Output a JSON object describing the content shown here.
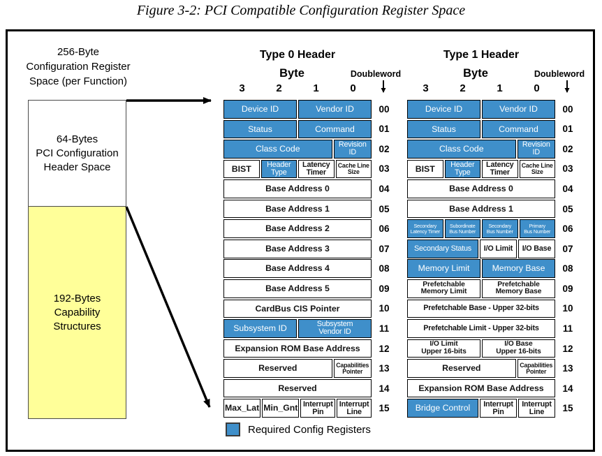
{
  "figure_title": "Figure 3-2: PCI Compatible Configuration Register Space",
  "colors": {
    "required_blue": "#3f8fca",
    "capability_yellow": "#ffff99"
  },
  "left_panel": {
    "title_lines": [
      "256-Byte",
      "Configuration Register",
      "Space (per Function)"
    ],
    "header_space_lines": [
      "64-Bytes",
      "PCI Configuration",
      "Header Space"
    ],
    "capability_lines": [
      "192-Bytes",
      "Capability",
      "Structures"
    ]
  },
  "column_header": {
    "byte": "Byte",
    "doubleword": "Doubleword",
    "bytes": [
      "3",
      "2",
      "1",
      "0"
    ]
  },
  "legend": {
    "label": "Required Config Registers"
  },
  "tables": [
    {
      "title": "Type 0 Header",
      "rows": [
        {
          "dw": "00",
          "cells": [
            {
              "label": "Device ID",
              "span": 2,
              "blue": true
            },
            {
              "label": "Vendor ID",
              "span": 2,
              "blue": true
            }
          ]
        },
        {
          "dw": "01",
          "cells": [
            {
              "label": "Status",
              "span": 2,
              "blue": true
            },
            {
              "label": "Command",
              "span": 2,
              "blue": true
            }
          ]
        },
        {
          "dw": "02",
          "cells": [
            {
              "label": "Class Code",
              "span": 3,
              "blue": true
            },
            {
              "label": "Revision\nID",
              "span": 1,
              "blue": true,
              "cls": "fs11"
            }
          ]
        },
        {
          "dw": "03",
          "cells": [
            {
              "label": "BIST",
              "span": 1
            },
            {
              "label": "Header\nType",
              "span": 1,
              "blue": true,
              "cls": "fs11"
            },
            {
              "label": "Latency\nTimer",
              "span": 1,
              "cls": "fs11"
            },
            {
              "label": "Cache Line\nSize",
              "span": 1,
              "cls": "fs9"
            }
          ]
        },
        {
          "dw": "04",
          "cells": [
            {
              "label": "Base Address 0",
              "span": 4
            }
          ]
        },
        {
          "dw": "05",
          "cells": [
            {
              "label": "Base Address 1",
              "span": 4
            }
          ]
        },
        {
          "dw": "06",
          "cells": [
            {
              "label": "Base Address 2",
              "span": 4
            }
          ]
        },
        {
          "dw": "07",
          "cells": [
            {
              "label": "Base Address 3",
              "span": 4
            }
          ]
        },
        {
          "dw": "08",
          "cells": [
            {
              "label": "Base Address 4",
              "span": 4
            }
          ]
        },
        {
          "dw": "09",
          "cells": [
            {
              "label": "Base Address 5",
              "span": 4
            }
          ]
        },
        {
          "dw": "10",
          "cells": [
            {
              "label": "CardBus CIS Pointer",
              "span": 4
            }
          ]
        },
        {
          "dw": "11",
          "cells": [
            {
              "label": "Subsystem ID",
              "span": 2,
              "blue": true
            },
            {
              "label": "Subsystem\nVendor ID",
              "span": 2,
              "blue": true,
              "cls": "fs11"
            }
          ]
        },
        {
          "dw": "12",
          "cells": [
            {
              "label": "Expansion ROM Base Address",
              "span": 4
            }
          ]
        },
        {
          "dw": "13",
          "cells": [
            {
              "label": "Reserved",
              "span": 3
            },
            {
              "label": "Capabilities\nPointer",
              "span": 1,
              "cls": "fs9"
            }
          ]
        },
        {
          "dw": "14",
          "cells": [
            {
              "label": "Reserved",
              "span": 4
            }
          ]
        },
        {
          "dw": "15",
          "cells": [
            {
              "label": "Max_Lat",
              "span": 1
            },
            {
              "label": "Min_Gnt",
              "span": 1
            },
            {
              "label": "Interrupt\nPin",
              "span": 1,
              "cls": "fs11"
            },
            {
              "label": "Interrupt\nLine",
              "span": 1,
              "cls": "fs11"
            }
          ]
        }
      ]
    },
    {
      "title": "Type 1 Header",
      "rows": [
        {
          "dw": "00",
          "cells": [
            {
              "label": "Device ID",
              "span": 2,
              "blue": true
            },
            {
              "label": "Vendor ID",
              "span": 2,
              "blue": true
            }
          ]
        },
        {
          "dw": "01",
          "cells": [
            {
              "label": "Status",
              "span": 2,
              "blue": true
            },
            {
              "label": "Command",
              "span": 2,
              "blue": true
            }
          ]
        },
        {
          "dw": "02",
          "cells": [
            {
              "label": "Class Code",
              "span": 3,
              "blue": true
            },
            {
              "label": "Revision\nID",
              "span": 1,
              "blue": true,
              "cls": "fs11"
            }
          ]
        },
        {
          "dw": "03",
          "cells": [
            {
              "label": "BIST",
              "span": 1
            },
            {
              "label": "Header\nType",
              "span": 1,
              "blue": true,
              "cls": "fs11"
            },
            {
              "label": "Latency\nTimer",
              "span": 1,
              "cls": "fs11"
            },
            {
              "label": "Cache Line\nSize",
              "span": 1,
              "cls": "fs9"
            }
          ]
        },
        {
          "dw": "04",
          "cells": [
            {
              "label": "Base Address 0",
              "span": 4
            }
          ]
        },
        {
          "dw": "05",
          "cells": [
            {
              "label": "Base Address 1",
              "span": 4
            }
          ]
        },
        {
          "dw": "06",
          "cells": [
            {
              "label": "Secondary\nLatency Timer",
              "span": 1,
              "blue": true,
              "cls": "fs7"
            },
            {
              "label": "Subordinate\nBus Number",
              "span": 1,
              "blue": true,
              "cls": "fs7"
            },
            {
              "label": "Secondary\nBus Number",
              "span": 1,
              "blue": true,
              "cls": "fs7"
            },
            {
              "label": "Primary\nBus Number",
              "span": 1,
              "blue": true,
              "cls": "fs7"
            }
          ]
        },
        {
          "dw": "07",
          "cells": [
            {
              "label": "Secondary Status",
              "span": 2,
              "blue": true,
              "cls": "fs11"
            },
            {
              "label": "I/O Limit",
              "span": 1,
              "cls": "fs11"
            },
            {
              "label": "I/O Base",
              "span": 1,
              "cls": "fs11"
            }
          ]
        },
        {
          "dw": "08",
          "cells": [
            {
              "label": "Memory Limit",
              "span": 2,
              "blue": true
            },
            {
              "label": "Memory Base",
              "span": 2,
              "blue": true
            }
          ]
        },
        {
          "dw": "09",
          "cells": [
            {
              "label": "Prefetchable\nMemory Limit",
              "span": 2,
              "cls": "fs10"
            },
            {
              "label": "Prefetchable\nMemory Base",
              "span": 2,
              "cls": "fs10"
            }
          ]
        },
        {
          "dw": "10",
          "cells": [
            {
              "label": "Prefetchable Base - Upper 32-bits",
              "span": 4,
              "cls": "fs11"
            }
          ]
        },
        {
          "dw": "11",
          "cells": [
            {
              "label": "Prefetchable Limit - Upper 32-bits",
              "span": 4,
              "cls": "fs11"
            }
          ]
        },
        {
          "dw": "12",
          "cells": [
            {
              "label": "I/O Limit\nUpper 16-bits",
              "span": 2,
              "cls": "fs10"
            },
            {
              "label": "I/O Base\nUpper 16-bits",
              "span": 2,
              "cls": "fs10"
            }
          ]
        },
        {
          "dw": "13",
          "cells": [
            {
              "label": "Reserved",
              "span": 3
            },
            {
              "label": "Capabilities\nPointer",
              "span": 1,
              "cls": "fs9"
            }
          ]
        },
        {
          "dw": "14",
          "cells": [
            {
              "label": "Expansion ROM Base Address",
              "span": 4
            }
          ]
        },
        {
          "dw": "15",
          "cells": [
            {
              "label": "Bridge Control",
              "span": 2,
              "blue": true
            },
            {
              "label": "Interrupt\nPin",
              "span": 1,
              "cls": "fs11"
            },
            {
              "label": "Interrupt\nLine",
              "span": 1,
              "cls": "fs11"
            }
          ]
        }
      ]
    }
  ]
}
